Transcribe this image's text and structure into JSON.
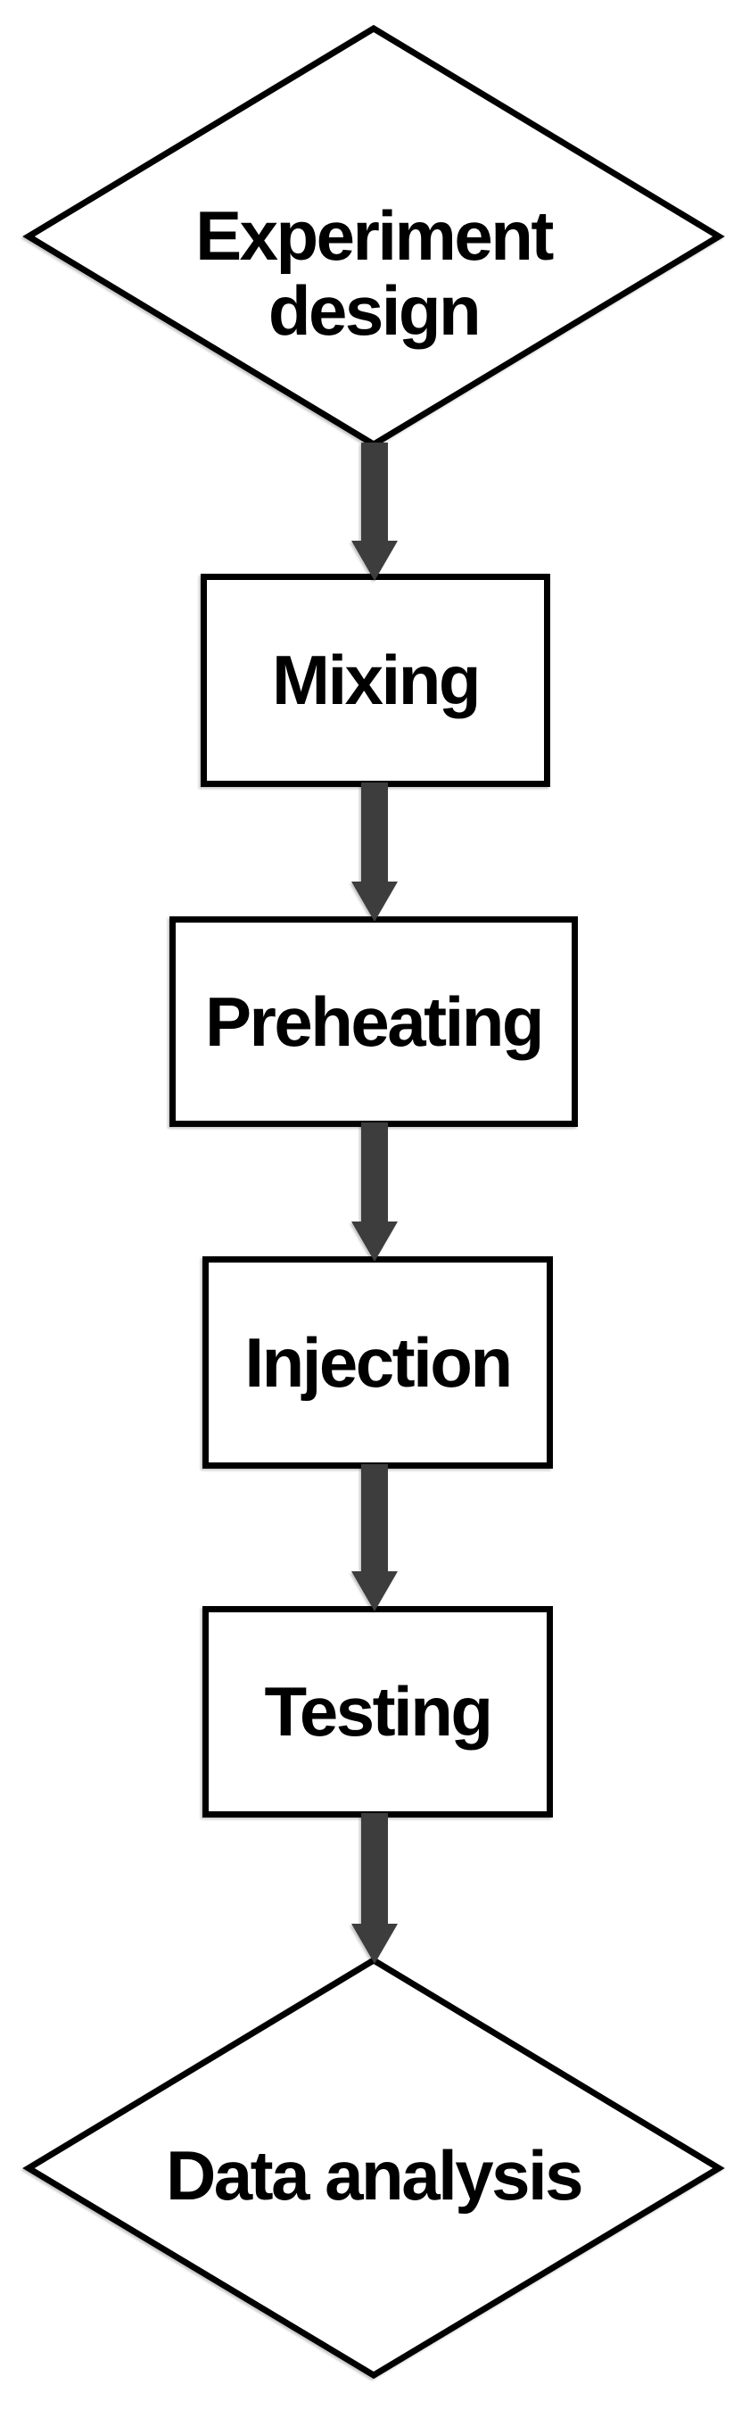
{
  "diagram": {
    "type": "flowchart",
    "direction": "top-down",
    "nodes": [
      {
        "id": "experiment-design",
        "shape": "diamond",
        "label": "Experiment design",
        "label_lines": [
          "Experiment",
          "design"
        ]
      },
      {
        "id": "mixing",
        "shape": "rectangle",
        "label": "Mixing"
      },
      {
        "id": "preheating",
        "shape": "rectangle",
        "label": "Preheating"
      },
      {
        "id": "injection",
        "shape": "rectangle",
        "label": "Injection"
      },
      {
        "id": "testing",
        "shape": "rectangle",
        "label": "Testing"
      },
      {
        "id": "data-analysis",
        "shape": "diamond",
        "label": "Data analysis"
      }
    ],
    "edges": [
      {
        "from": "experiment-design",
        "to": "mixing"
      },
      {
        "from": "mixing",
        "to": "preheating"
      },
      {
        "from": "preheating",
        "to": "injection"
      },
      {
        "from": "injection",
        "to": "testing"
      },
      {
        "from": "testing",
        "to": "data-analysis"
      }
    ],
    "colors": {
      "background": "#ffffff",
      "node_fill": "#ffffff",
      "node_border": "#000000",
      "arrow": "#3e3e3e",
      "text": "#000000"
    }
  }
}
